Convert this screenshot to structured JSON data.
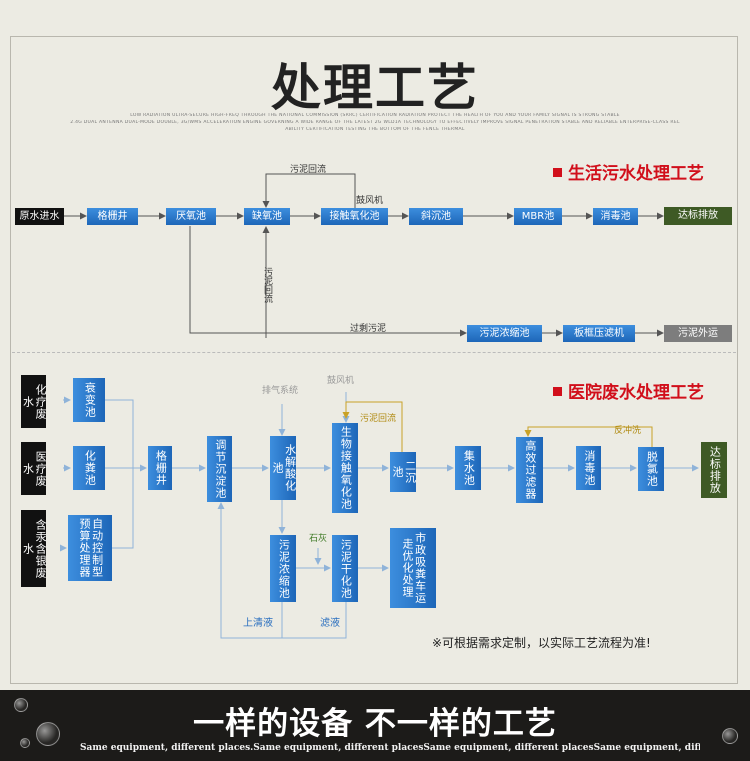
{
  "header": {
    "title": "处理工艺",
    "fine_lines": [
      "LOW RADIATION ULTRA-SECURE HIGH-FREQ THROUGH THE NATIONAL COMMISSION (SRRC) CERTIFICATION RADIATION PROTECT THE HEALTH OF YOU AND YOUR FAMILY SIGNAL IS STRONG STABLE",
      "2.4G DUAL ANTENNA DUAL-MODE DOUBLE, 3G/WMS ACCELERATION ENGINE GOVERNING A WIDE RANGE OF THE LATEST 2G WLD1A TECHNOLOGY TO EFFECTIVELY IMPROVE SIGNAL PENETRATION STABLE AND RELIABLE ENTERPRISE-CLASS REL",
      "ABILITY CERTIFICATION TESTING THE BOTTOM OF THE FENCE THERMAL"
    ]
  },
  "domestic": {
    "section_title": "生活污水处理工艺",
    "nodes": {
      "raw": "原水进水",
      "grille": "格栅井",
      "anaerobic": "厌氧池",
      "anoxic": "缺氧池",
      "contact": "接触氧化池",
      "inclined": "斜沉池",
      "mbr": "MBR池",
      "disinfect": "消毒池",
      "discharge": "达标排放",
      "sludge_thicken": "污泥浓缩池",
      "filter_press": "板框压滤机",
      "sludge_out": "污泥外运"
    },
    "labels": {
      "sludge_return_top": "污泥回流",
      "blower": "鼓风机",
      "sludge_return_v": "污泥回流",
      "excess_sludge": "过剩污泥"
    }
  },
  "hospital": {
    "section_title": "医院废水处理工艺",
    "sources": {
      "chemo": "化疗废水",
      "infectious": "医疗废水",
      "mercury": "含汞含银废水"
    },
    "nodes": {
      "decay": "衰变池",
      "septic": "化粪池",
      "auto_control": "自动控制型预算处理器",
      "grille": "格栅井",
      "regulate": "调节沉淀池",
      "hydrolysis": "水解酸化池",
      "bio_contact": "生物接触氧化池",
      "secondary": "二沉池",
      "collect": "集水池",
      "efficient_filter": "高效过滤器",
      "disinfect": "消毒池",
      "dechlorinate": "脱氯池",
      "discharge": "达标排放",
      "sludge_thicken": "污泥浓缩池",
      "sludge_dry": "污泥干化池",
      "municipal": "市政吸粪车运走优化处理"
    },
    "labels": {
      "exhaust": "排气系统",
      "blower": "鼓风机",
      "sludge_return": "污泥回流",
      "backwash": "反冲洗",
      "lime": "石灰",
      "supernatant": "上清液",
      "filtrate": "滤液"
    },
    "note": "※可根据需求定制，以实际工艺流程为准!"
  },
  "footer": {
    "slogan": "一样的设备 不一样的工艺",
    "subtitle": "Same equipment, different places.Same equipment, different placesSame equipment, different placesSame equipment, different places"
  },
  "colors": {
    "box_blue": "#2a79cc",
    "box_black": "#111111",
    "box_green": "#3e5a25",
    "box_gray": "#7d7d7d",
    "accent_red": "#d10f1b",
    "return_gold": "#c9a227"
  }
}
